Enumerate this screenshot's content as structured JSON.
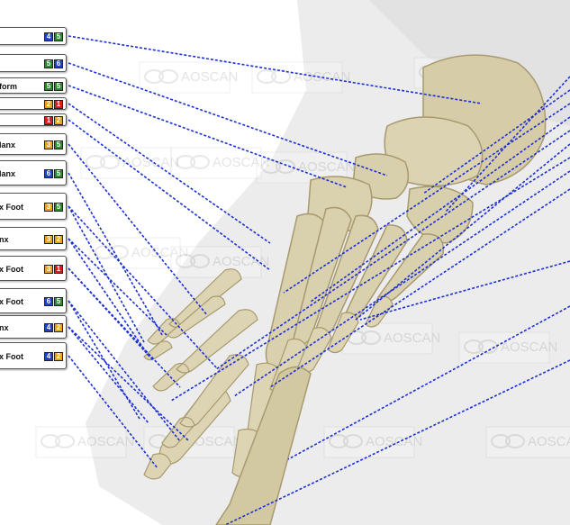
{
  "watermark": "AOSCAN",
  "colors": {
    "leader_line": "#1c2fd6",
    "bone": "#d8cfae",
    "bone_shadow": "#a89a6e",
    "skin": "#e9e9e9",
    "badge": {
      "1": "#d81e1e",
      "2": "#e8a21c",
      "3": "#e8a21c",
      "4": "#1f3fd0",
      "5": "#2f8a2f",
      "6": "#1f3fd0"
    }
  },
  "labels": [
    {
      "text": "",
      "badges": [
        "4",
        "5"
      ]
    },
    {
      "text": "",
      "badges": [
        "5",
        "6"
      ]
    },
    {
      "text": "form",
      "badges": [
        "5",
        "5"
      ]
    },
    {
      "text": "",
      "badges": [
        "2",
        "1"
      ]
    },
    {
      "text": "",
      "badges": [
        "1",
        "2"
      ]
    },
    {
      "text": "lanx",
      "badges": [
        "3",
        "5"
      ]
    },
    {
      "text": "lanx",
      "badges": [
        "6",
        "5"
      ]
    },
    {
      "text": "x Foot",
      "badges": [
        "3",
        "5"
      ]
    },
    {
      "text": "nx",
      "badges": [
        "3",
        "2"
      ]
    },
    {
      "text": "x Foot",
      "badges": [
        "3",
        "1"
      ]
    },
    {
      "text": "x Foot",
      "badges": [
        "6",
        "5"
      ]
    },
    {
      "text": "nx",
      "badges": [
        "4",
        "2"
      ]
    },
    {
      "text": "x Foot",
      "badges": [
        "4",
        "2"
      ]
    }
  ]
}
